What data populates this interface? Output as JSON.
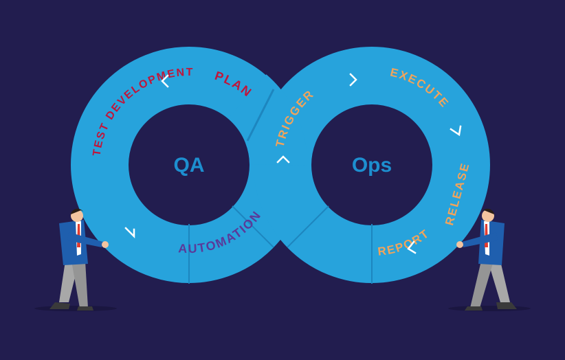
{
  "left_loop": {
    "center_label": "QA",
    "stages": {
      "plan": "PLAN",
      "test_development": "TEST DEVELOPMENT",
      "automation": "AUTOMATION"
    }
  },
  "right_loop": {
    "center_label": "Ops",
    "stages": {
      "trigger": "TRIGGER",
      "execute": "EXECUTE",
      "release": "RELEASE",
      "report": "REPORT"
    }
  },
  "colors": {
    "background": "#221d4f",
    "ring": "#27a3dc",
    "ring_shadow": "#1d86bf",
    "center_text": "#1d8fd0",
    "qa_stage_text": "#c0163a",
    "automation_text": "#5a3a9a",
    "ops_stage_text": "#f2a45a",
    "arrow": "#ffffff",
    "suit": "#1f5fae",
    "pants": "#a8a8a8",
    "tie": "#e23b2e"
  },
  "icons": [
    "chevron-arrow-icon",
    "businessman-pushing-icon"
  ]
}
